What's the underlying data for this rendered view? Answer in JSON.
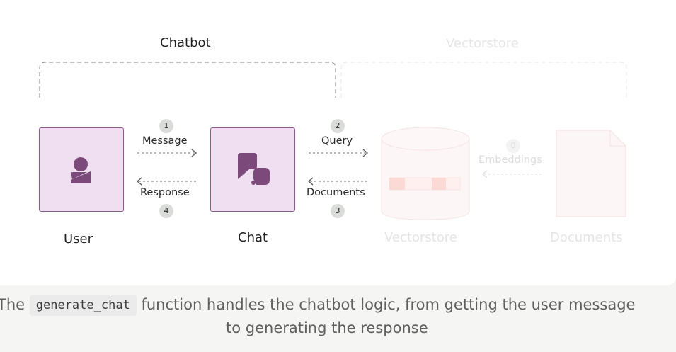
{
  "diagram": {
    "groups": {
      "chatbot": "Chatbot",
      "vectorstore": "Vectorstore"
    },
    "nodes": {
      "user": "User",
      "chat": "Chat",
      "vectorstore": "Vectorstore",
      "documents": "Documents"
    },
    "edges": {
      "message": {
        "step": "1",
        "label": "Message"
      },
      "response": {
        "step": "4",
        "label": "Response"
      },
      "query": {
        "step": "2",
        "label": "Query"
      },
      "documents": {
        "step": "3",
        "label": "Documents"
      },
      "embeddings": {
        "step": "0",
        "label": "Embeddings"
      }
    },
    "colors": {
      "node_fill": "#efdff1",
      "node_border": "#8c5a8c",
      "icon": "#7b4a7b"
    }
  },
  "caption": {
    "before": "The ",
    "code": "generate_chat",
    "after": " function handles the chatbot logic, from getting the user message",
    "line2": "to generating the response"
  }
}
